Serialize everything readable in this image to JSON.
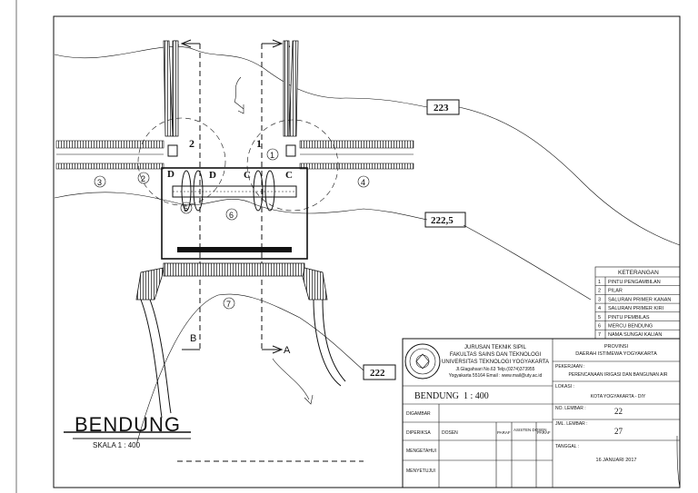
{
  "sections": {
    "b_label": "B",
    "a_label": "A"
  },
  "elevations": {
    "e223": "223",
    "e222_5": "222,5",
    "e222": "222"
  },
  "zones": {
    "z1": "1",
    "z2": "2"
  },
  "markers": {
    "c": "C",
    "d": "D"
  },
  "callouts": [
    "1",
    "2",
    "3",
    "4",
    "5",
    "6",
    "7"
  ],
  "legend": {
    "title": "KETERANGAN",
    "items": [
      {
        "no": "1",
        "label": "PINTU PENGAMBILAN"
      },
      {
        "no": "2",
        "label": "PILAR"
      },
      {
        "no": "3",
        "label": "SALURAN PRIMER KANAN"
      },
      {
        "no": "4",
        "label": "SALURAN PRIMER KIRI"
      },
      {
        "no": "5",
        "label": "PINTU PEMBILAS"
      },
      {
        "no": "6",
        "label": "MERCU BENDUNG"
      },
      {
        "no": "7",
        "label": "NAMA SUNGAI KALIAN"
      }
    ]
  },
  "title_block": {
    "dept": "JURUSAN TEKNIK SIPIL",
    "faculty": "FAKULTAS SAINS DAN TEKNOLOGI",
    "university": "UNIVERSITAS TEKNOLOGI YOGYAKARTA",
    "address": "Jl.Glagahsari No.63 Telp.(0274)373955",
    "contact": "Yogyakarta 55164 Email : www.mail@uty.ac.id",
    "province_label": "PROVINSI",
    "province": "DAERAH ISTIMEWA YOGYAKARTA",
    "work_label": "PEKERJAAN :",
    "work": "PERENCANAAN IRIGASI DAN BANGUNAN AIR",
    "location_label": "LOKASI :",
    "location": "KOTA YOGYAKARTA - DIY",
    "drawing_title": "BENDUNG",
    "drawing_scale": "1 : 400",
    "sheet_no_label": "NO. LEMBAR :",
    "sheet_no": "22",
    "sheet_total_label": "JML. LEMBAR :",
    "sheet_total": "27",
    "date_label": "TANGGAL :",
    "date": "16 JANUARI 2017",
    "drawn_by": "DIGAMBAR",
    "checked_by": "DIPERIKSA",
    "lecturer": "DOSEN",
    "sign": "PARAF",
    "assistant": "ASISTEN DOSEN",
    "approved": "MENGETAHUI",
    "agreed": "MENYETUJUI"
  },
  "drawing_caption": {
    "title": "BENDUNG",
    "scale": "SKALA 1 : 400"
  }
}
